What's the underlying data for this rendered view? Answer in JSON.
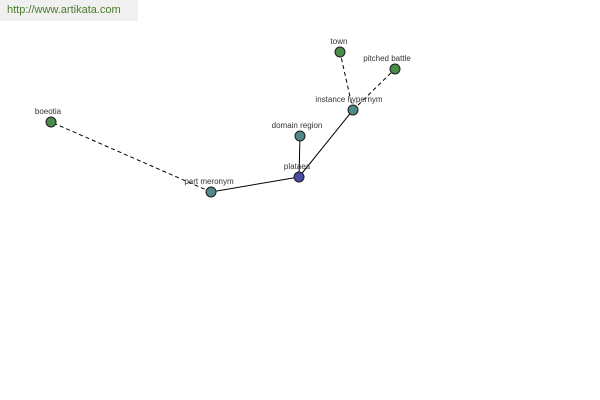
{
  "header": {
    "url_text": "http://www.artikata.com"
  },
  "colors": {
    "center_node": "#4a4aa0",
    "relation_node": "#4e8a8a",
    "leaf_node": "#4a8a4a",
    "link_text": "#4a7a2c"
  },
  "graph": {
    "nodes": [
      {
        "id": "plataea",
        "label": "plataea",
        "kind": "center"
      },
      {
        "id": "domain-region",
        "label": "domain region",
        "kind": "relation"
      },
      {
        "id": "part-meronym",
        "label": "part meronym",
        "kind": "relation"
      },
      {
        "id": "instance-hypernym",
        "label": "instance hypernym",
        "kind": "relation"
      },
      {
        "id": "boeotia",
        "label": "boeotia",
        "kind": "leaf"
      },
      {
        "id": "town",
        "label": "town",
        "kind": "leaf"
      },
      {
        "id": "pitched-battle",
        "label": "pitched battle",
        "kind": "leaf"
      }
    ],
    "edges": [
      {
        "from": "plataea",
        "to": "domain-region",
        "style": "solid"
      },
      {
        "from": "plataea",
        "to": "part-meronym",
        "style": "solid"
      },
      {
        "from": "plataea",
        "to": "instance-hypernym",
        "style": "solid"
      },
      {
        "from": "part-meronym",
        "to": "boeotia",
        "style": "dashed"
      },
      {
        "from": "instance-hypernym",
        "to": "town",
        "style": "dashed"
      },
      {
        "from": "instance-hypernym",
        "to": "pitched-battle",
        "style": "dashed"
      }
    ]
  }
}
